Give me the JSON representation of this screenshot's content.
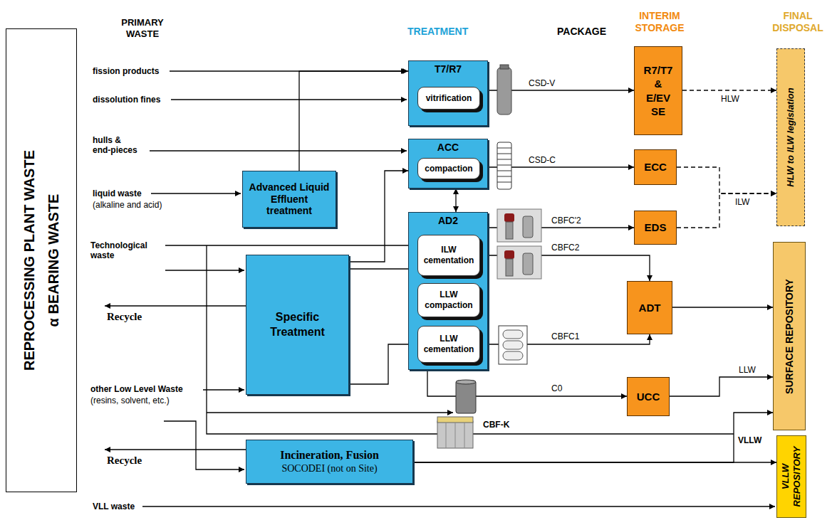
{
  "diagram": {
    "nodes": [
      {
        "text": [
          "REPROCESSING PLANT WASTE",
          "α BEARING WASTE"
        ]
      },
      {
        "text": [
          "T7/R7"
        ]
      },
      {
        "text": [
          "vitrification"
        ],
        "in": 1
      },
      {
        "text": [
          "ACC"
        ]
      },
      {
        "text": [
          "compaction"
        ],
        "in": 3
      },
      {
        "text": [
          "Advanced Liquid Effluent treatment"
        ]
      },
      {
        "text": [
          "AD2"
        ]
      },
      {
        "text": [
          "ILW cementation"
        ],
        "in": 6
      },
      {
        "text": [
          "LLW compaction"
        ],
        "in": 6
      },
      {
        "text": [
          "LLW cementation"
        ],
        "in": 6
      },
      {
        "text": [
          "Specific Treatment"
        ]
      },
      {
        "text": [
          "Incineration, Fusion",
          "SOCODEI (not on Site)"
        ]
      },
      {
        "text": [
          "R7/T7 & E/EV SE"
        ]
      },
      {
        "text": [
          "ECC"
        ]
      },
      {
        "text": [
          "EDS"
        ]
      },
      {
        "text": [
          "ADT"
        ]
      },
      {
        "text": [
          "UCC"
        ]
      },
      {
        "text": [
          "HLW to ILW legislation"
        ]
      },
      {
        "text": [
          "SURFACE REPOSITORY"
        ]
      },
      {
        "text": [
          "VLLW REPOSITORY"
        ]
      }
    ],
    "edges": [
      {
        "from": 5,
        "to": 1,
        "arrow": "to"
      },
      {
        "from": 3,
        "to": 6,
        "arrow": "both"
      },
      {
        "from": 10,
        "to": 3,
        "arrow": "to"
      },
      {
        "from": 10,
        "to": 7,
        "arrow": "to"
      },
      {
        "from": 10,
        "to": 9,
        "arrow": "to"
      },
      {
        "from": 8,
        "to": 9,
        "arrow": "to"
      },
      {
        "from": 1,
        "to": 12,
        "label": "CSD-V",
        "arrow": "to"
      },
      {
        "from": 3,
        "to": 13,
        "label": "CSD-C",
        "arrow": "to"
      },
      {
        "from": 6,
        "to": 14,
        "label": "CBFC'2",
        "arrow": "to"
      },
      {
        "from": 7,
        "to": 15,
        "label": "CBFC2",
        "arrow": "to"
      },
      {
        "from": 9,
        "to": 15,
        "label": "CBFC1",
        "arrow": "to"
      },
      {
        "from": 6,
        "to": 16,
        "label": "C0",
        "arrow": "to"
      },
      {
        "from": 12,
        "to": 17,
        "label": "HLW",
        "arrow": "to"
      },
      {
        "from": 13,
        "to": 17,
        "arrow": "to"
      },
      {
        "from": 14,
        "to": 17,
        "label": "ILW",
        "arrow": "to"
      },
      {
        "from": 15,
        "to": 18,
        "arrow": "to"
      },
      {
        "from": 16,
        "to": 18,
        "label": "LLW",
        "arrow": "to"
      },
      {
        "from": 11,
        "to": 18,
        "arrow": "to"
      },
      {
        "from": 11,
        "to": 19,
        "arrow": "to"
      }
    ],
    "labels": [
      "PRIMARY WASTE",
      "TREATMENT",
      "PACKAGE",
      "INTERIM STORAGE",
      "FINAL DISPOSAL",
      "fission products",
      "dissolution fines",
      "hulls & end-pieces",
      "liquid waste",
      "(alkaline and acid)",
      "Technological waste",
      "Recycle",
      "other Low Level Waste",
      "(resins, solvent, etc.)",
      "CBF-K",
      "VLLW",
      "Recycle",
      "VLL waste"
    ]
  }
}
